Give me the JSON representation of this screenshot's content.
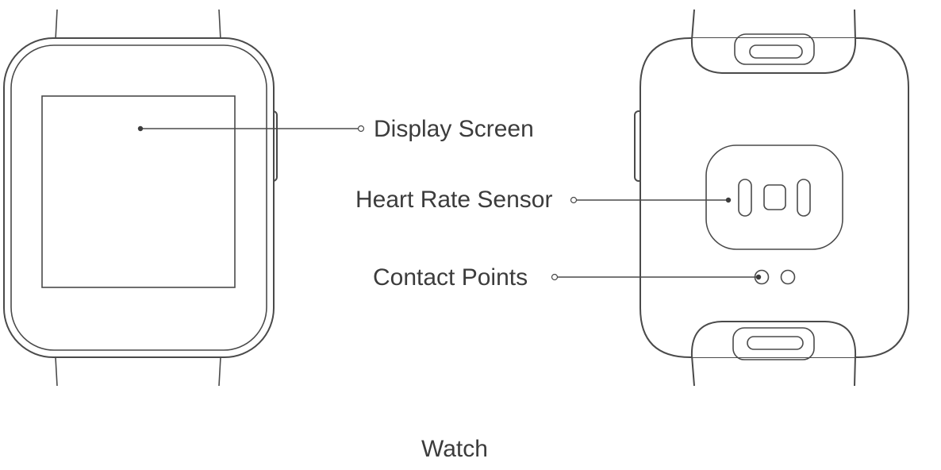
{
  "labels": {
    "display_screen": "Display Screen",
    "heart_rate_sensor": "Heart Rate Sensor",
    "contact_points": "Contact Points"
  },
  "caption": "Watch",
  "colors": {
    "line": "#4a4a4a",
    "text": "#3c3c3c",
    "background": "#ffffff"
  }
}
